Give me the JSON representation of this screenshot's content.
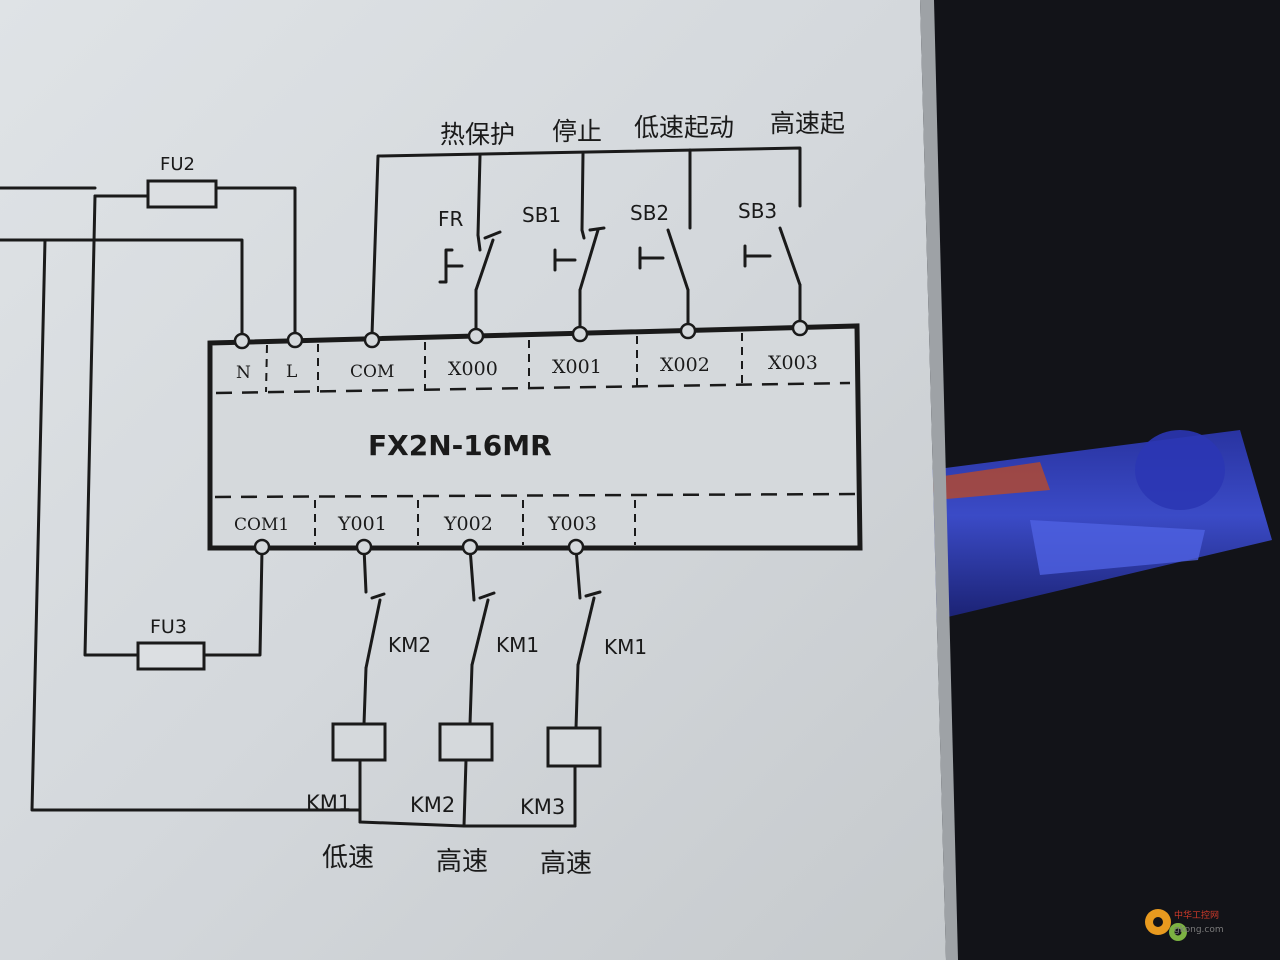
{
  "input_labels": {
    "thermal_protection": "热保护",
    "stop": "停止",
    "low_speed_start": "低速起动",
    "high_speed_start": "高速起"
  },
  "fuses": {
    "fu2": "FU2",
    "fu3": "FU3"
  },
  "contacts": {
    "fr": "FR",
    "sb1": "SB1",
    "sb2": "SB2",
    "sb3": "SB3"
  },
  "plc": {
    "model": "FX2N-16MR",
    "top_terminals": [
      "N",
      "L",
      "COM",
      "X000",
      "X001",
      "X002",
      "X003"
    ],
    "bottom_terminals": [
      "COM1",
      "Y001",
      "Y002",
      "Y003"
    ]
  },
  "output_contacts": [
    "KM2",
    "KM1",
    "KM1"
  ],
  "coils": [
    "KM1",
    "KM2",
    "KM3"
  ],
  "speed_labels": [
    "低速",
    "高速",
    "高速"
  ],
  "watermark": {
    "line1": "中华工控网",
    "line2": "gkong.com"
  }
}
